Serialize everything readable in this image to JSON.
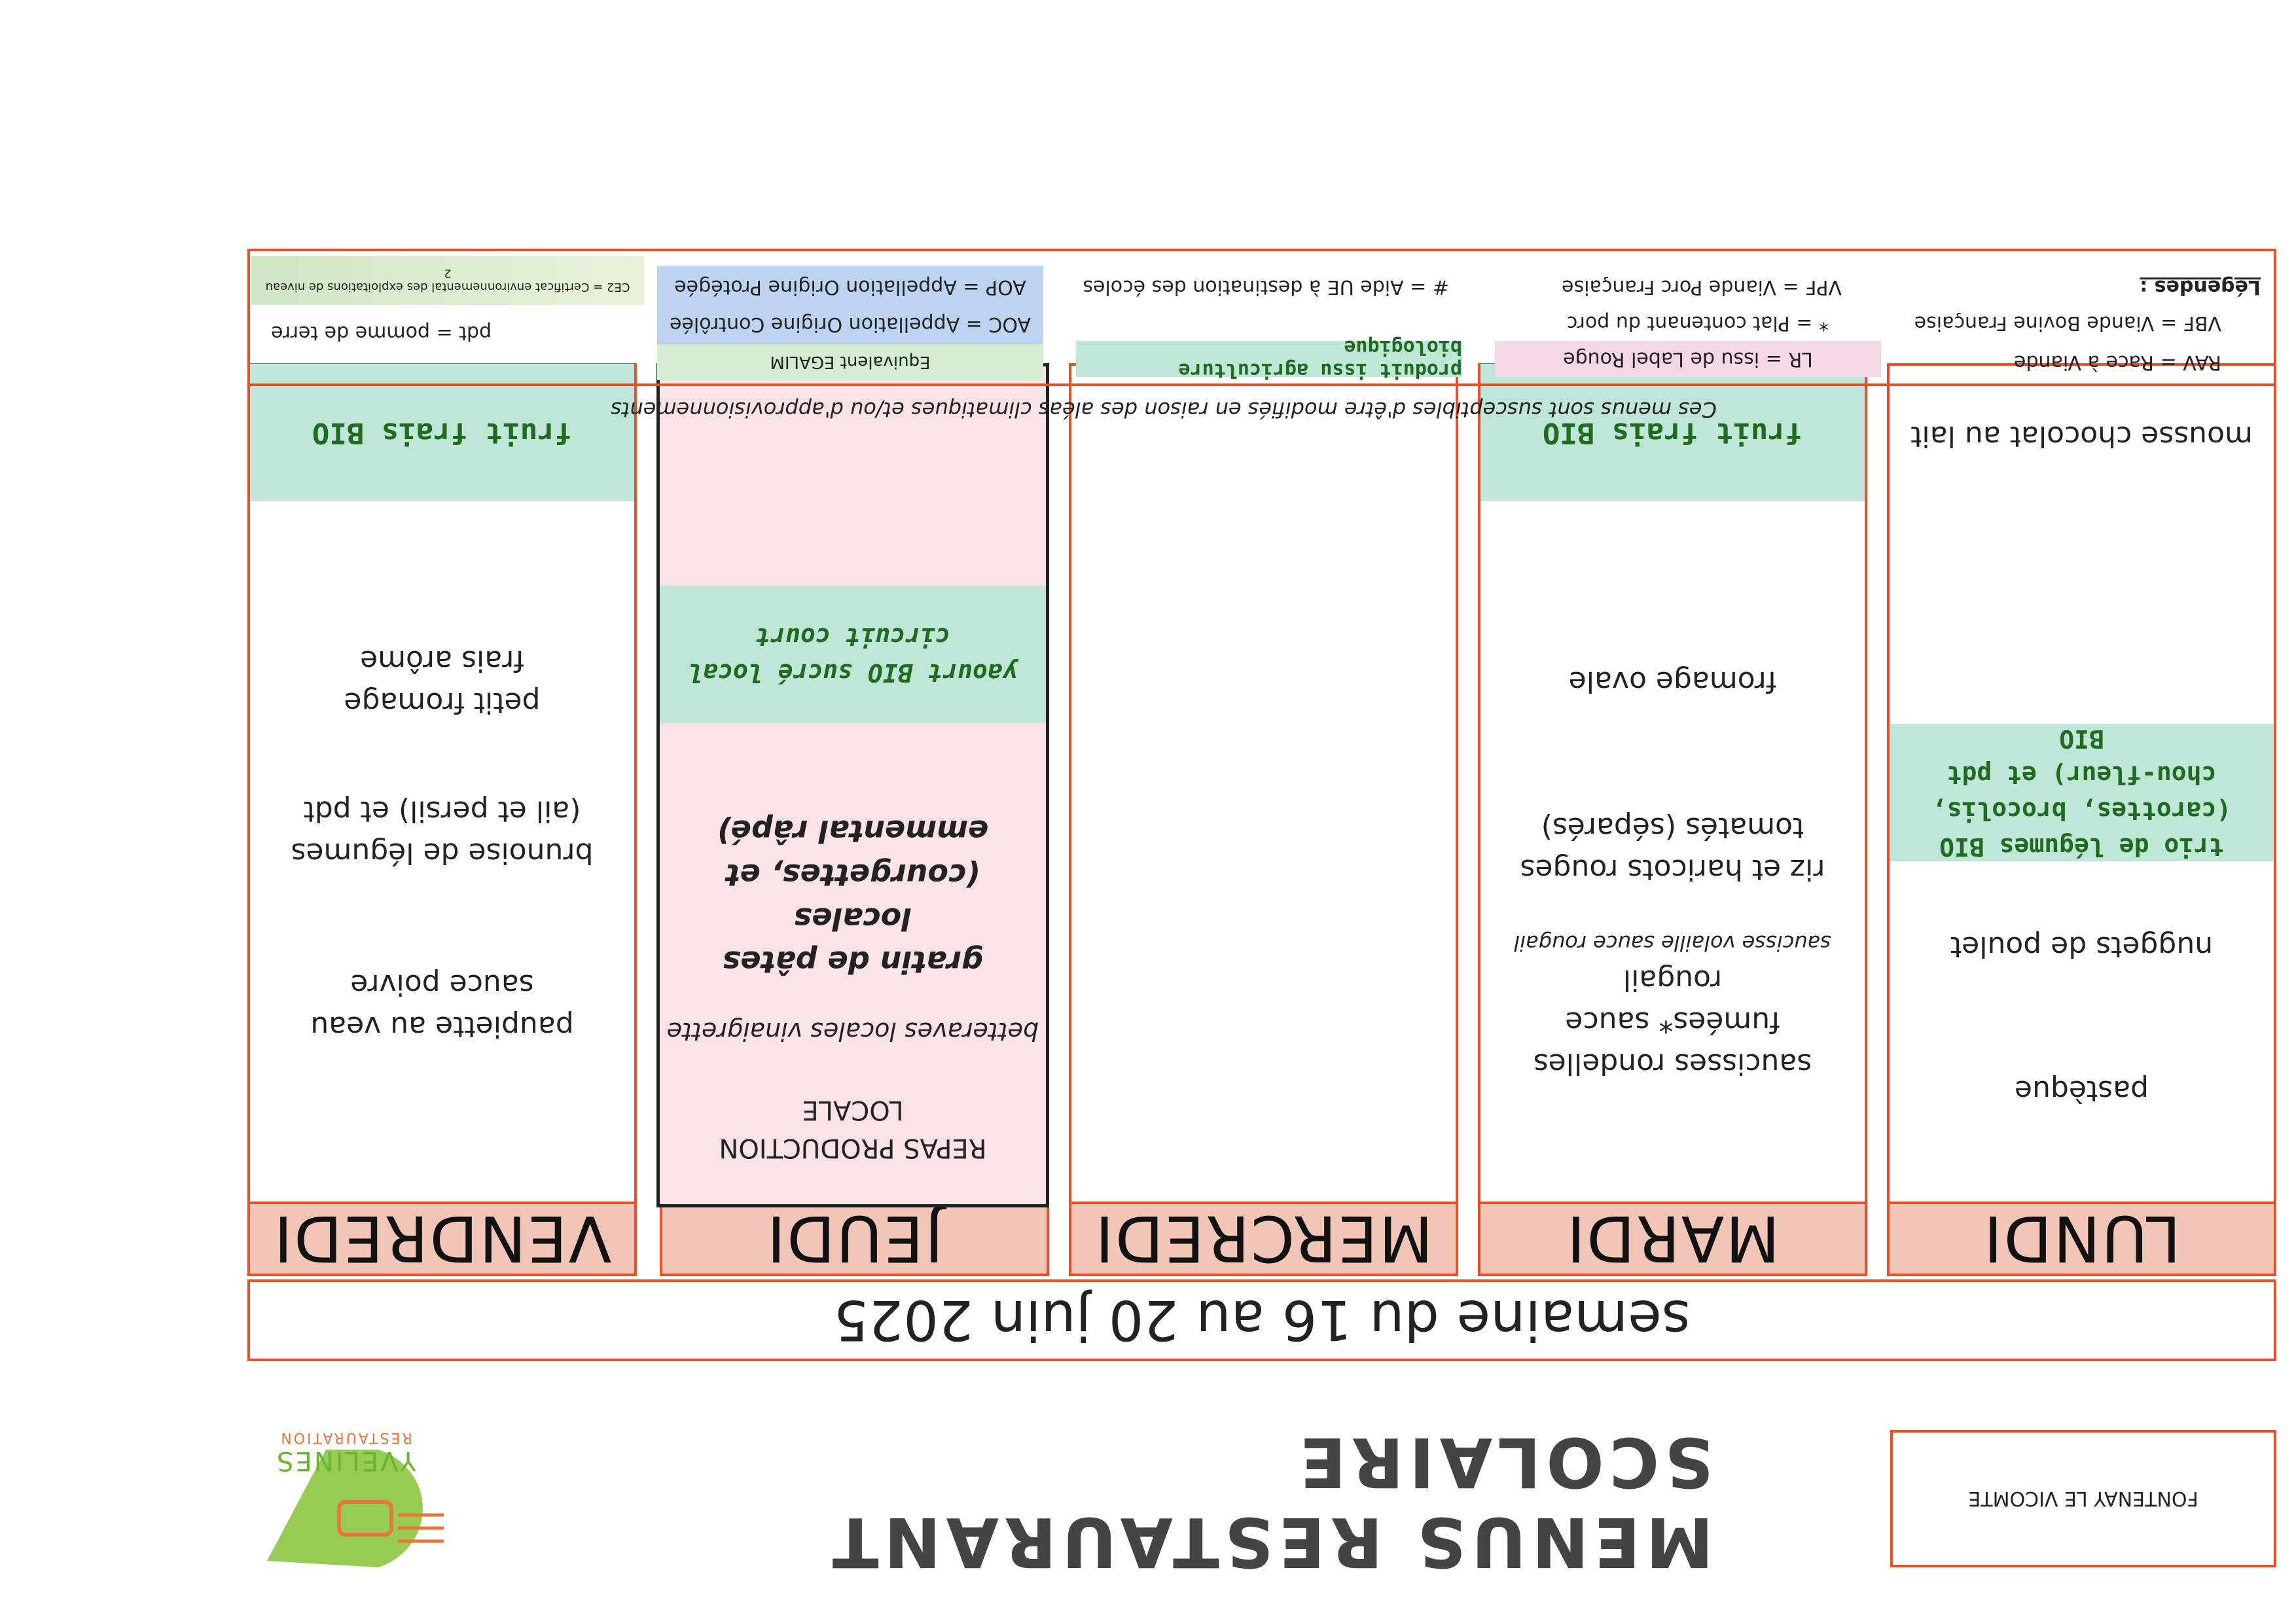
{
  "header": {
    "town": "FONTENAY LE VICOMTE",
    "title": "MENUS RESTAURANT SCOLAIRE",
    "week": "semaine du 16 au 20 juin 2025",
    "logo_name": "YVELINES",
    "logo_sub": "RESTAURATION",
    "logo_color": "#8cc63f"
  },
  "days": [
    {
      "name": "LUNDI",
      "starter": "pastèque",
      "main": "nuggets de poulet",
      "side": "trio de légumes BIO (carottes, brocolis, chou-fleur) et pdt BIO",
      "dairy": "",
      "dessert": "mousse chocolat au lait"
    },
    {
      "name": "MARDI",
      "starter": "",
      "main": "saucisses rondelles fumées* sauce rougail",
      "main_note": "saucisse volaille sauce rougail",
      "side": "riz et haricots rouges tomatés (séparés)",
      "dairy": "fromage ovale",
      "dessert": "fruit frais BIO"
    },
    {
      "name": "MERCREDI",
      "starter": "",
      "main": "",
      "side": "",
      "dairy": "",
      "dessert": ""
    },
    {
      "name": "JEUDI",
      "banner": "REPAS PRODUCTION LOCALE",
      "starter": "betteraves locales vinaigrette",
      "main": "gratin de pâtes locales (courgettes, et emmental râpé)",
      "dairy": "yaourt BIO sucré local circuit court",
      "dessert": ""
    },
    {
      "name": "VENDREDI",
      "starter": "",
      "main": "paupiette au veau sauce poivre",
      "side": "brunoise de légumes (ail et persil) et pdt",
      "dairy": "petit fromage frais arôme",
      "dessert": "fruit frais BIO"
    }
  ],
  "notice": "Ces menus sont susceptibles d'être modifiés en raison des aléas climatiques et/ou d'approvisionnements",
  "legend": {
    "title": "Légendes :",
    "col1": [
      "VBF = Viande Bovine Française",
      "RAV = Race à Viande"
    ],
    "col2": [
      "VPF = Viande Porc Française",
      "* = Plat contenant du porc",
      "LR = issu de Label Rouge"
    ],
    "col3": [
      "# = Aide UE à destination des écoles",
      "produit issu agriculture biologique"
    ],
    "col4": [
      "AOP = Appellation Origine Protégée",
      "AOC = Appellation Origine Contrôlée",
      "Equivalent EGALIM"
    ],
    "col5": [
      "CE2 = Certificat environnemental des exploitations de niveau 2",
      "pdt = pomme de terre"
    ]
  },
  "colors": {
    "orange": "#e8502a",
    "bio": "#bfe6d6",
    "local": "#f9e3e5",
    "label_rouge": "#f3d7e6",
    "aop": "#bcd4f0",
    "egalim": "#d4ecd0"
  }
}
